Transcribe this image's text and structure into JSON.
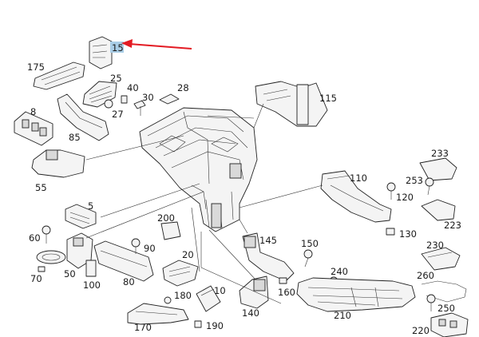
{
  "labels": {
    "p15": "15",
    "p175": "175",
    "p25": "25",
    "p40": "40",
    "p28": "28",
    "p30": "30",
    "p27": "27",
    "p115": "115",
    "p8": "8",
    "p85": "85",
    "p55": "55",
    "p233": "233",
    "p253": "253",
    "p110": "110",
    "p120": "120",
    "p223": "223",
    "p5": "5",
    "p200": "200",
    "p60": "60",
    "p145": "145",
    "p150": "150",
    "p130": "130",
    "p90": "90",
    "p230": "230",
    "p20": "20",
    "p240": "240",
    "p70": "70",
    "p50": "50",
    "p100": "100",
    "p80": "80",
    "p260": "260",
    "p10": "10",
    "p180": "180",
    "p160": "160",
    "p140": "140",
    "p210": "210",
    "p250": "250",
    "p170": "170",
    "p190": "190",
    "p220": "220"
  },
  "highlight_color": "#a9cde6",
  "arrow_color": "#e31b23"
}
